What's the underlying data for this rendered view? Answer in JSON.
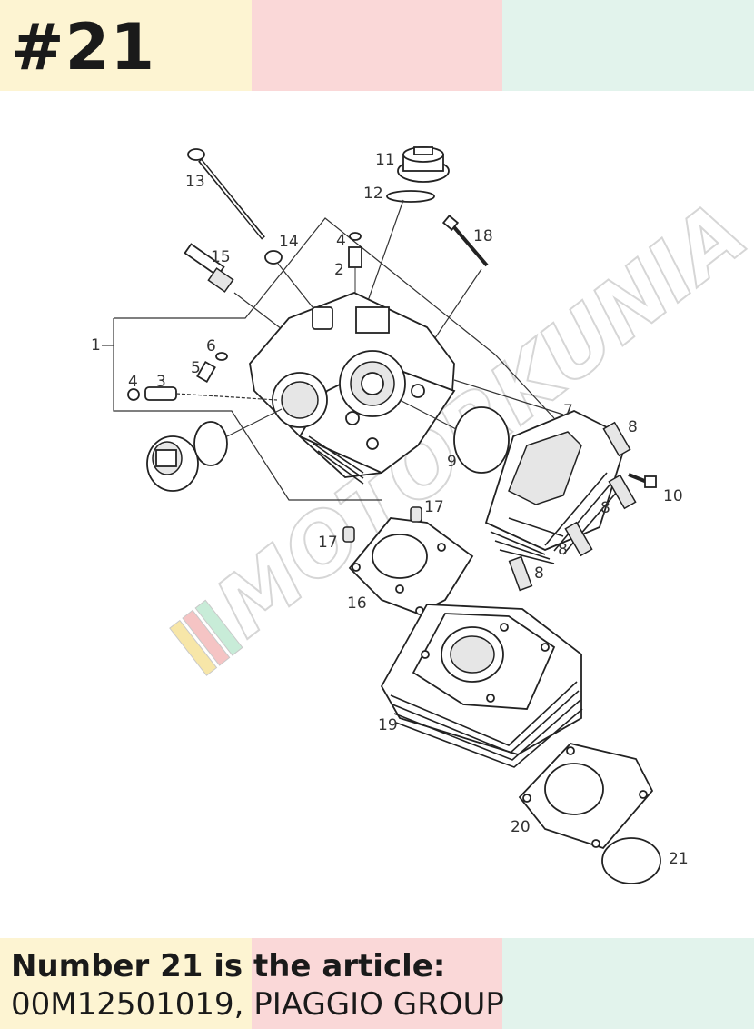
{
  "header": {
    "badge": "#21",
    "band_colors": [
      "#fdf4d2",
      "#fad8d8",
      "#e2f3ec"
    ]
  },
  "watermark": {
    "text": "MOTORKUNIA",
    "stripe_colors": [
      "#f7e6a8",
      "#f5c4c4",
      "#c8ecd8"
    ]
  },
  "diagram": {
    "callouts": [
      "1",
      "2",
      "3",
      "4",
      "4",
      "5",
      "6",
      "7",
      "8",
      "8",
      "8",
      "8",
      "9",
      "10",
      "11",
      "12",
      "13",
      "14",
      "15",
      "16",
      "17",
      "17",
      "18",
      "19",
      "20",
      "21"
    ]
  },
  "caption": {
    "line1": "Number 21 is the article:",
    "line2": "00M12501019, PIAGGIO GROUP"
  }
}
